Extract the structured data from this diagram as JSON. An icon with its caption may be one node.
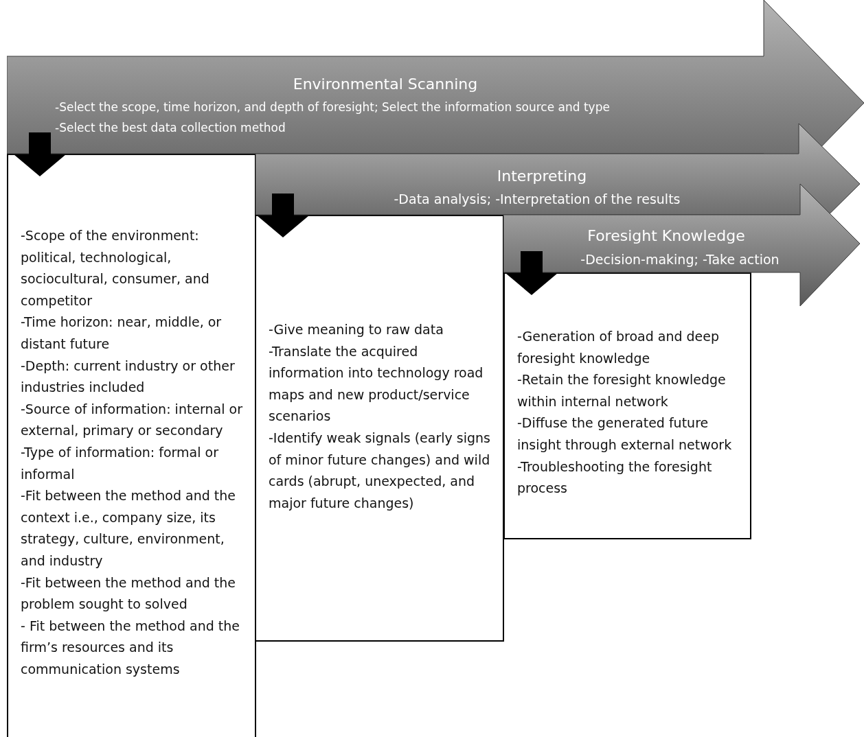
{
  "diagram": {
    "nodes": [
      {
        "text": [
          "Environmental Scanning",
          "-Select the scope, time horizon, and depth of foresight; Select the information source and type",
          "-Select the best data collection method"
        ]
      },
      {
        "text": [
          "Interpreting",
          "-Data analysis; -Interpretation of the results"
        ]
      },
      {
        "text": [
          "Foresight Knowledge",
          "-Decision-making; -Take action"
        ]
      },
      {
        "text": [
          "-Scope of the environment: political, technological, sociocultural, consumer, and competitor",
          "-Time horizon: near, middle, or distant future",
          "-Depth: current industry or other industries included",
          "-Source of information: internal or external, primary or secondary",
          "-Type of information: formal or informal",
          "-Fit between the method and the context i.e., company size, its strategy, culture, environment, and industry",
          "-Fit between the method and the problem sought to solved",
          "- Fit between the method and the firm’s resources and its communication systems"
        ]
      },
      {
        "text": [
          "-Give meaning to raw data",
          "-Translate the acquired information into technology road maps and new product/service scenarios",
          "-Identify weak signals (early signs of minor future changes) and wild cards (abrupt, unexpected, and major future changes)"
        ]
      },
      {
        "text": [
          "-Generation of broad and deep foresight knowledge",
          "-Retain the foresight knowledge within internal network",
          "-Diffuse the generated future insight through external network",
          "-Troubleshooting the foresight process"
        ]
      }
    ],
    "edges": [
      {
        "from": 0,
        "to": 3,
        "arrow": "to"
      },
      {
        "from": 1,
        "to": 4,
        "arrow": "to"
      },
      {
        "from": 2,
        "to": 5,
        "arrow": "to"
      }
    ]
  }
}
